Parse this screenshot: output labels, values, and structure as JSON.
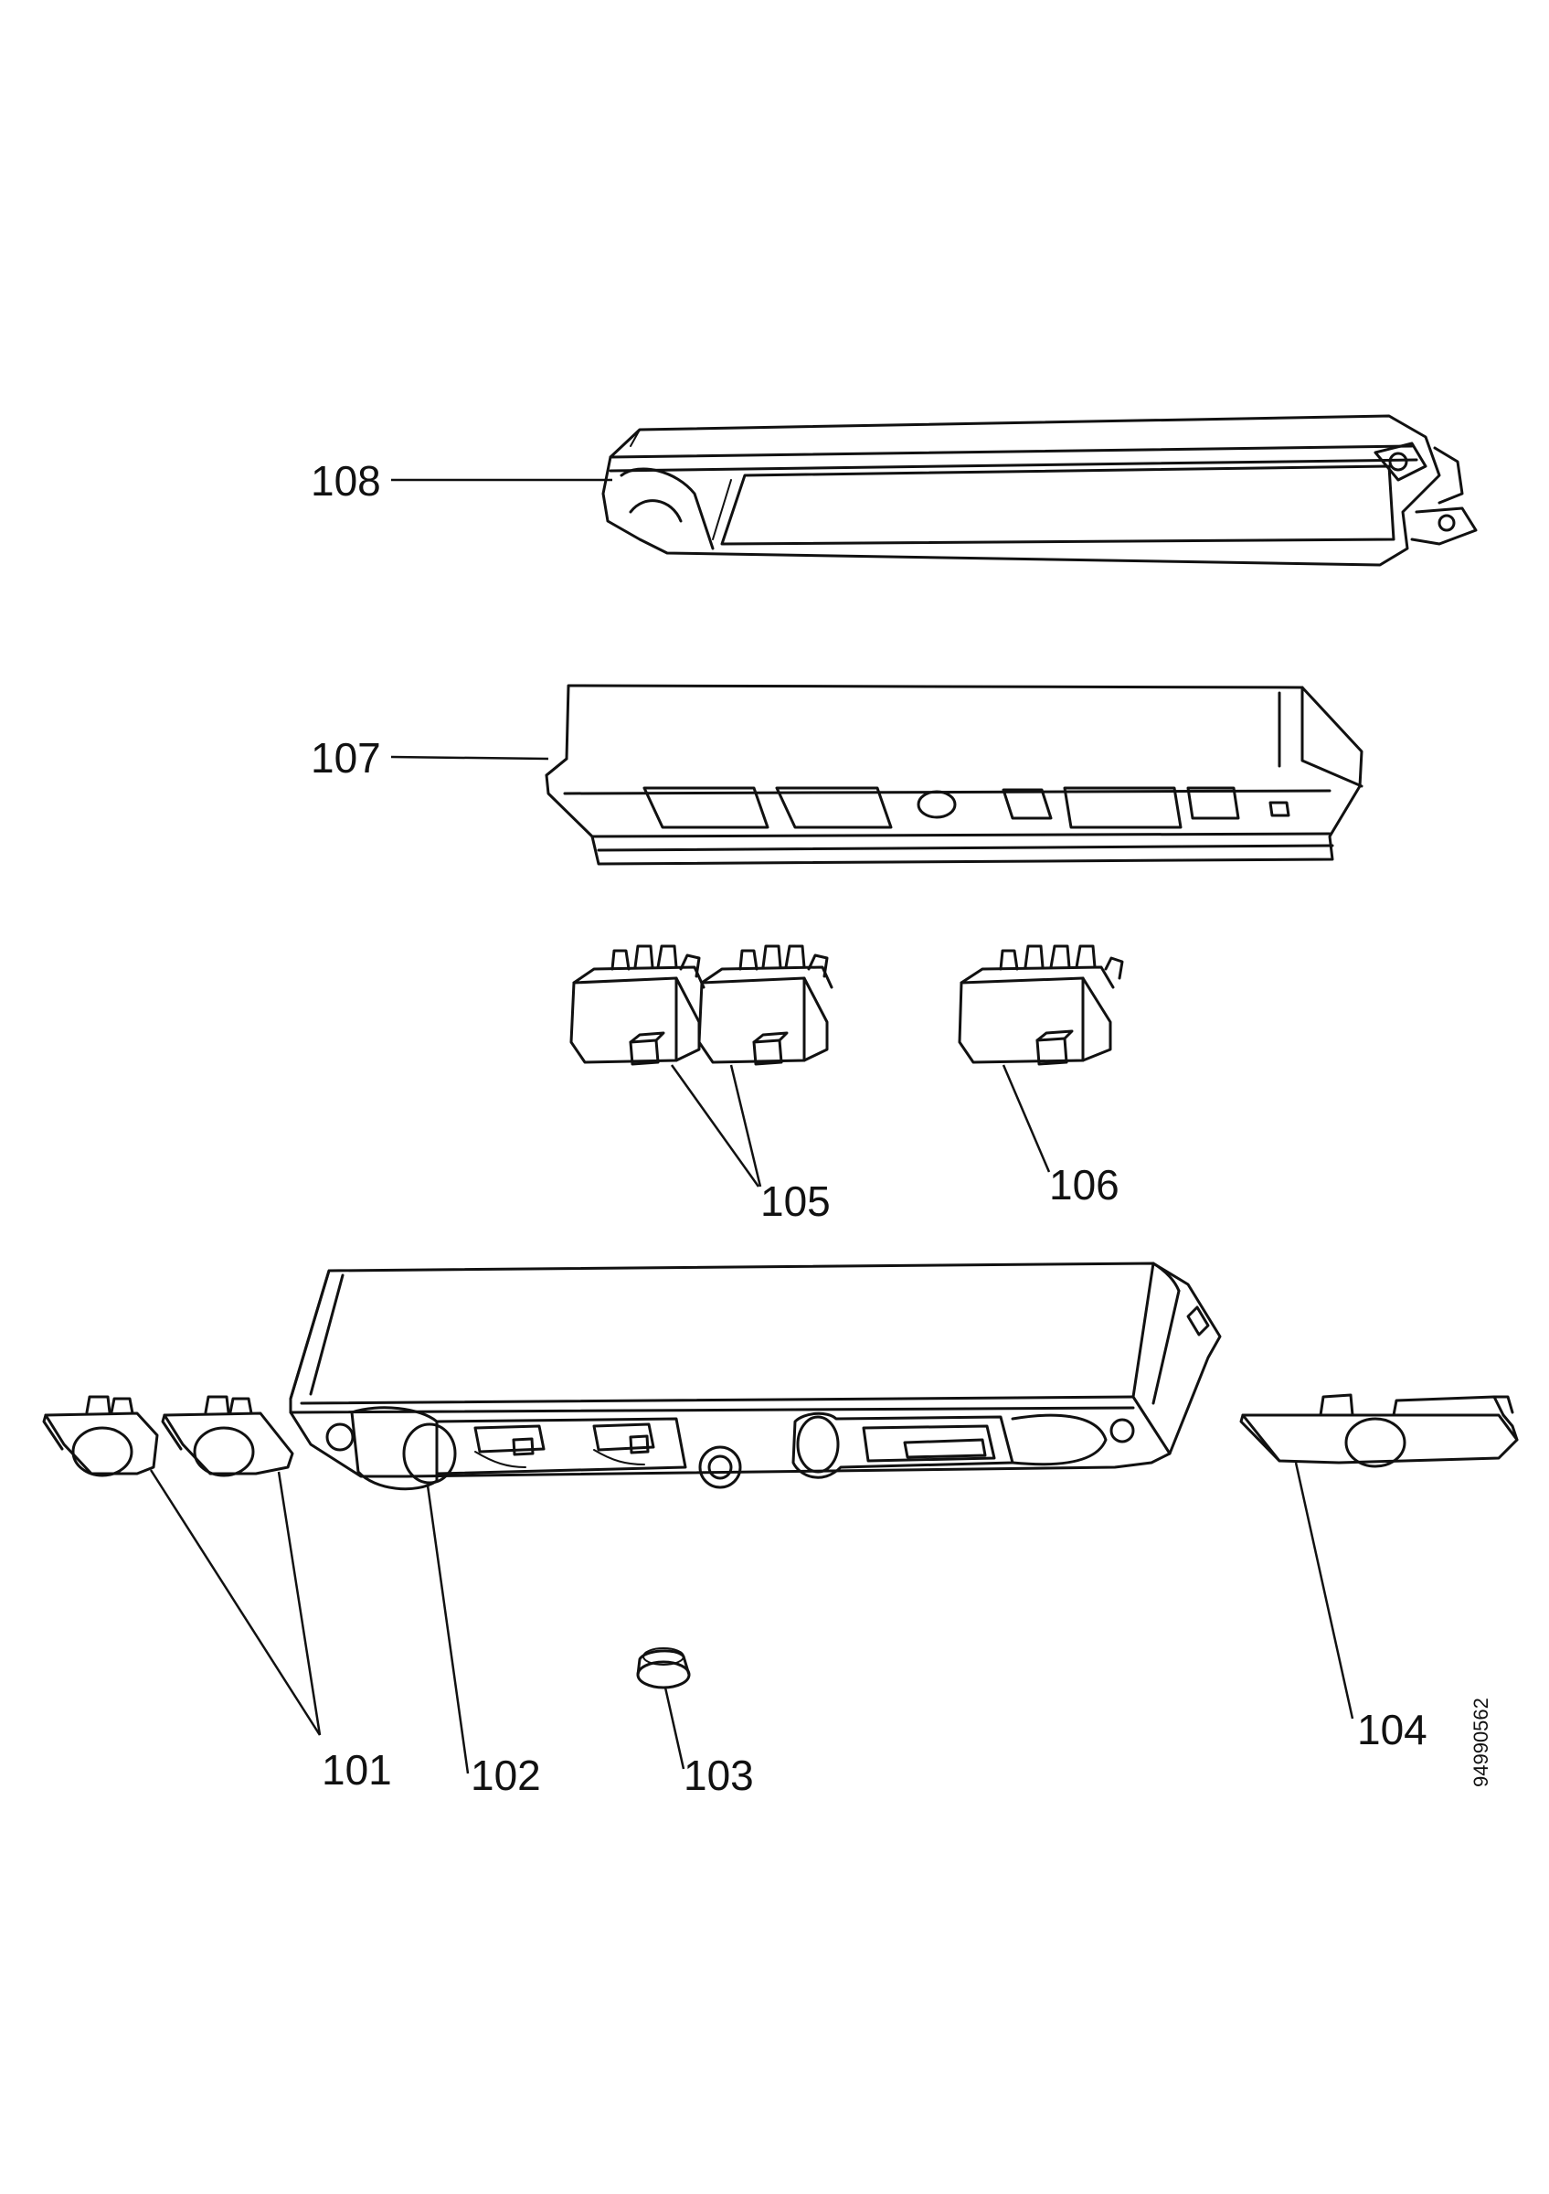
{
  "callouts": {
    "c101": "101",
    "c102": "102",
    "c103": "103",
    "c104": "104",
    "c105": "105",
    "c106": "106",
    "c107": "107",
    "c108": "108"
  },
  "document_number": "94990562",
  "colors": {
    "ink": "#111111",
    "paper": "#ffffff"
  }
}
